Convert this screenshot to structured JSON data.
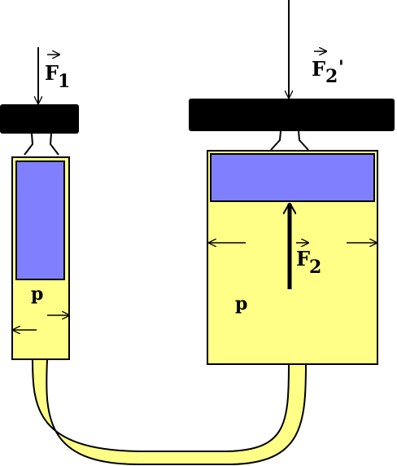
{
  "labels": {
    "force_small": "F",
    "force_small_sub": "1",
    "force_large": "F",
    "force_large_sub": "2",
    "force_large_prime": "'",
    "force_up": "F",
    "force_up_sub": "2",
    "pressure_small": "p",
    "pressure_large": "p"
  },
  "colors": {
    "fluid": "#ffff88",
    "piston": "#8080ff",
    "plate": "#000000",
    "outline": "#000000",
    "background": "#ffffff"
  }
}
